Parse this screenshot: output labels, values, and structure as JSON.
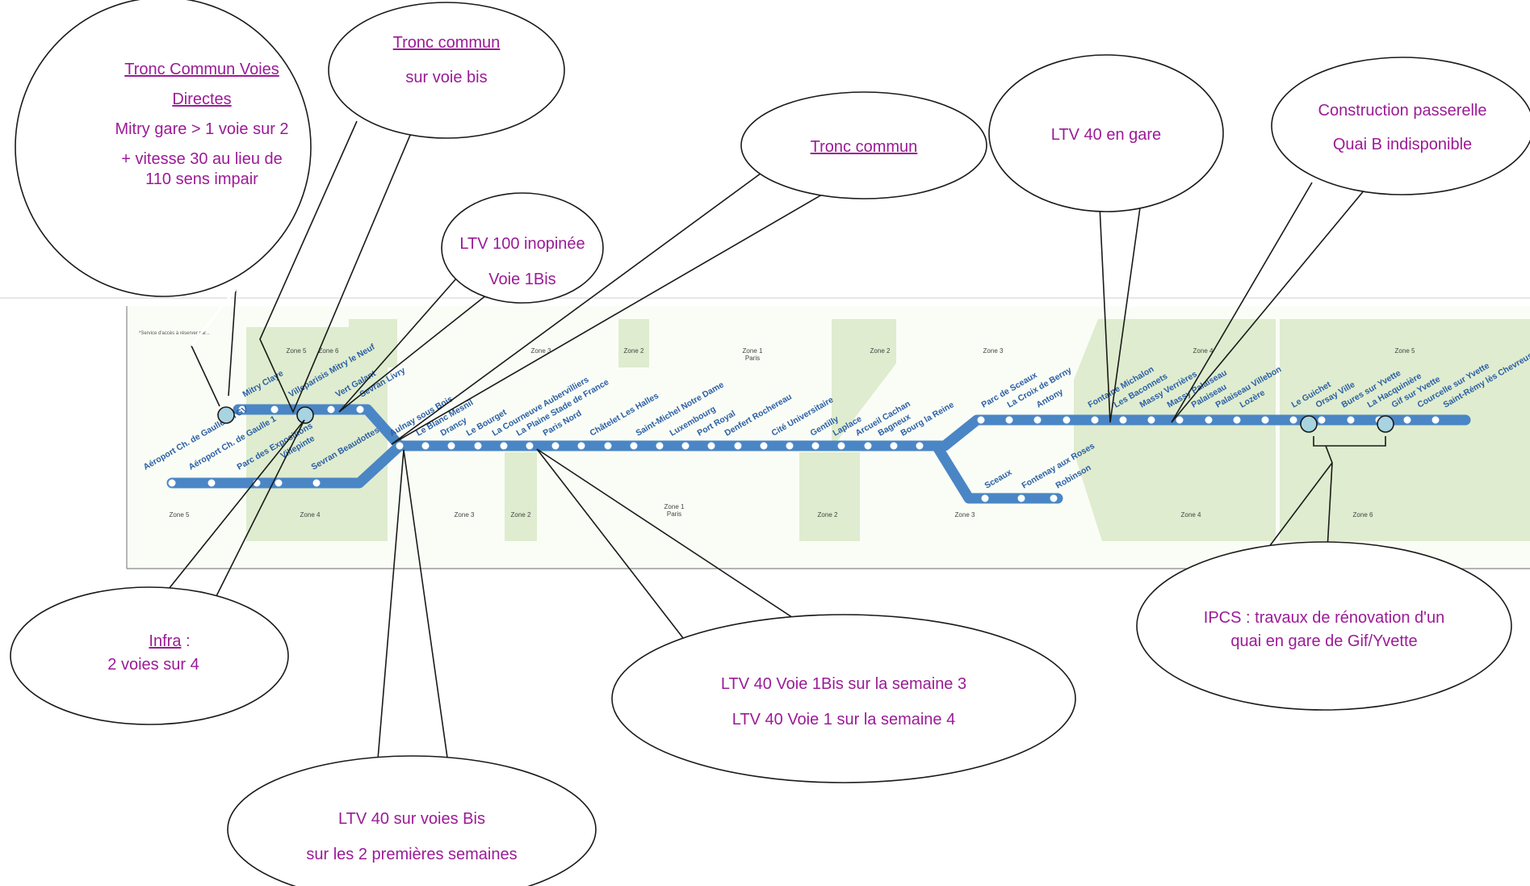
{
  "callouts": {
    "tronc_commun_voies": {
      "line1": "Tronc Commun Voies",
      "line2": "Directes",
      "line3": "Mitry gare > 1 voie sur 2",
      "line4": "+ vitesse 30 au lieu de",
      "line5": "110 sens impair"
    },
    "tronc_commun_bis": {
      "line1": "Tronc commun",
      "line2": "sur voie bis"
    },
    "ltv100": {
      "line1": "LTV 100 inopinée",
      "line2": "Voie 1Bis"
    },
    "tronc_commun": {
      "line1": "Tronc commun"
    },
    "ltv40_gare": {
      "line1": "LTV 40 en gare"
    },
    "passerelle": {
      "line1": "Construction passerelle",
      "line2": "Quai B indisponible"
    },
    "infra": {
      "line1_u": "Infra",
      "line1_rest": " :",
      "line2": "2 voies sur 4"
    },
    "ltv40_bis": {
      "line1": "LTV 40 sur voies Bis",
      "line2": "sur les 2 premières semaines"
    },
    "ltv40_semaines": {
      "line1": "LTV 40 Voie 1Bis sur la semaine 3",
      "line2": "LTV 40 Voie 1 sur la semaine 4"
    },
    "ipcs": {
      "line1": "IPCS : travaux de rénovation d'un",
      "line2": "quai en gare de Gif/Yvette"
    }
  },
  "map": {
    "zones_top": [
      "Zone 6",
      "Zone 5",
      "Zone 3",
      "Zone 2",
      "Zone 1",
      "Zone 2",
      "Zone 3",
      "Zone 4",
      "Zone 5"
    ],
    "zones_bottom": [
      "Zone 5",
      "Zone 4",
      "Zone 3",
      "Zone 2",
      "Zone 1",
      "Zone 2",
      "Zone 3",
      "Zone 4",
      "Zone 6"
    ],
    "zone1_sub": "Paris",
    "stations_north": [
      "Mitry Claye",
      "Villeparisis Mitry le Neuf",
      "Vert Galant",
      "Sevran Livry"
    ],
    "stations_airport": [
      "Aéroport Ch. de Gaulle 2 TGV",
      "Aéroport Ch. de Gaulle 1",
      "Parc des Expositions",
      "Villepinte",
      "Sevran Beaudottes"
    ],
    "stations_trunk": [
      "Aulnay sous Bois",
      "Le Blanc Mesnil",
      "Drancy",
      "Le Bourget",
      "La Courneuve Aubervilliers",
      "La Plaine Stade de France",
      "Paris Nord",
      "Châtelet Les Halles",
      "Saint-Michel Notre Dame",
      "Luxembourg",
      "Port Royal",
      "Denfert Rochereau",
      "Cité Universitaire",
      "Gentilly",
      "Laplace",
      "Arcueil Cachan",
      "Bagneux",
      "Bourg la Reine"
    ],
    "stations_south": [
      "Parc de Sceaux",
      "La Croix de Berny",
      "Antony",
      "Fontaine Michalon",
      "Les Baconnets",
      "Massy Verrières",
      "Massy Palaiseau",
      "Palaiseau",
      "Palaiseau Villebon",
      "Lozère",
      "Le Guichet",
      "Orsay Ville",
      "Bures sur Yvette",
      "La Hacquinière",
      "Gif sur Yvette",
      "Courcelle sur Yvette",
      "Saint-Rémy lès Chevreuse"
    ],
    "stations_sceaux": [
      "Sceaux",
      "Fontenay aux Roses",
      "Robinson"
    ],
    "legend_note": "*Service d'accès à réserver par..."
  },
  "colors": {
    "text": "#9b1b96",
    "line": "#4a86c5",
    "zone_fill": "#dfeccf"
  }
}
